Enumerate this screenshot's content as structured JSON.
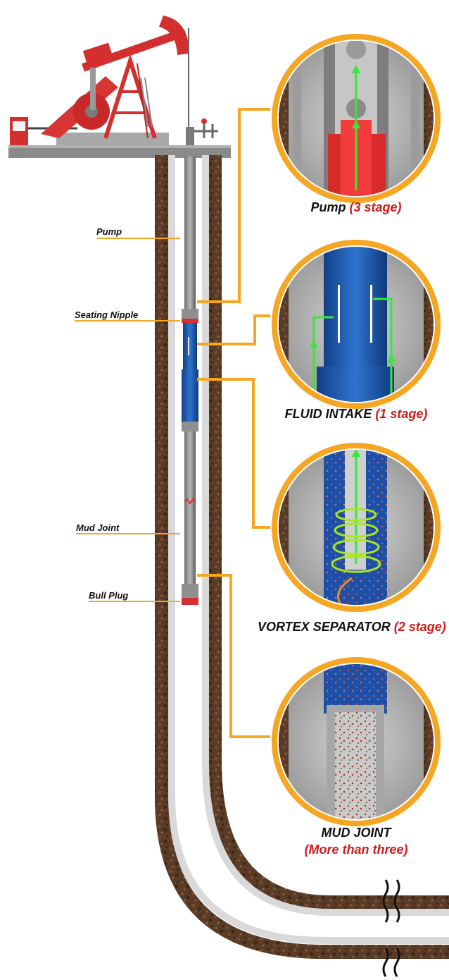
{
  "labels": {
    "pump": "Pump",
    "seating_nipple": "Seating Nipple",
    "mud_joint": "Mud Joint",
    "bull_plug": "Bull Plug"
  },
  "callouts": [
    {
      "title": "Pump",
      "stage": "(3 stage)"
    },
    {
      "title": "FLUID INTAKE",
      "stage": "(1 stage)"
    },
    {
      "title": "VORTEX SEPARATOR",
      "stage": "(2 stage)"
    },
    {
      "title": "MUD JOINT",
      "stage": "(More than three)"
    }
  ],
  "colors": {
    "leader": "#f5a623",
    "ring": "#f5a623",
    "pipe_blue": "#1e5fb0",
    "pump_red": "#e03030",
    "flow_green": "#39e639",
    "text_red": "#d21a1a"
  }
}
